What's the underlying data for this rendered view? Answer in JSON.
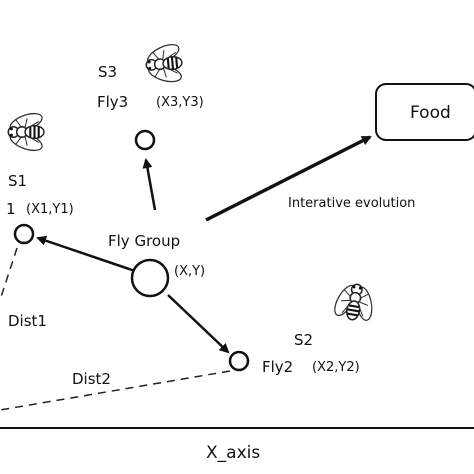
{
  "fly_group": {
    "label": "Fly Group",
    "coord": "(X,Y)"
  },
  "s1": {
    "label": "S1",
    "fly": "1",
    "coord": "(X1,Y1)",
    "dist": "Dist1"
  },
  "s2": {
    "label": "S2",
    "fly": "Fly2",
    "coord": "(X2,Y2)",
    "dist": "Dist2"
  },
  "s3": {
    "label": "S3",
    "fly": "Fly3",
    "coord": "(X3,Y3)"
  },
  "food": {
    "label": "Food"
  },
  "evolution": {
    "label": "Interative evolution"
  },
  "axis": {
    "label": "X_axis"
  },
  "icons": [
    "fly-icon-s1",
    "fly-icon-s3",
    "fly-icon-s2"
  ]
}
